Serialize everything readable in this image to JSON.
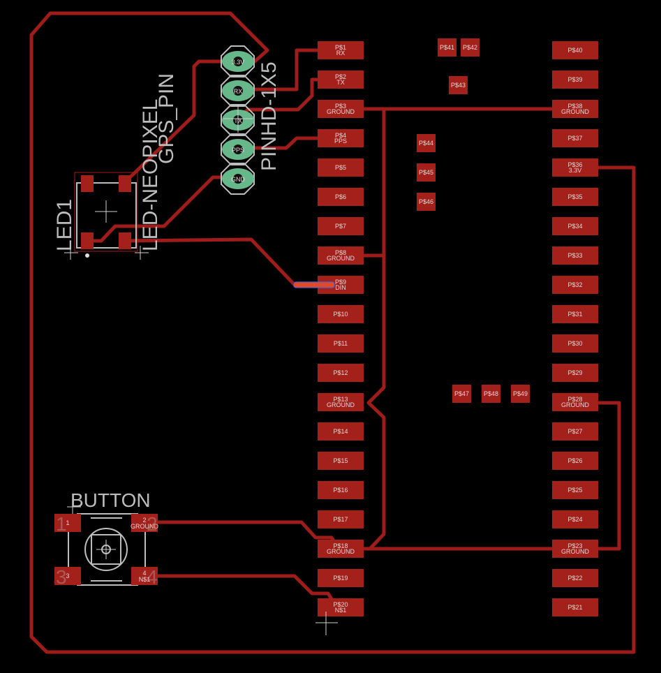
{
  "board": {
    "colors": {
      "copper": "#a3201b",
      "trace": "#9e1d1a",
      "silkscreen": "#bdbdbd",
      "header_pad": "#66b88a",
      "highlight": "#e04a2a",
      "background": "#000000"
    },
    "left_pads": [
      {
        "name": "P$1",
        "signal": "RX"
      },
      {
        "name": "P$2",
        "signal": "TX"
      },
      {
        "name": "P$3",
        "signal": "GROUND"
      },
      {
        "name": "P$4",
        "signal": "PPS"
      },
      {
        "name": "P$5",
        "signal": ""
      },
      {
        "name": "P$6",
        "signal": ""
      },
      {
        "name": "P$7",
        "signal": ""
      },
      {
        "name": "P$8",
        "signal": "GROUND"
      },
      {
        "name": "P$9",
        "signal": "DIN"
      },
      {
        "name": "P$10",
        "signal": ""
      },
      {
        "name": "P$11",
        "signal": ""
      },
      {
        "name": "P$12",
        "signal": ""
      },
      {
        "name": "P$13",
        "signal": "GROUND"
      },
      {
        "name": "P$14",
        "signal": ""
      },
      {
        "name": "P$15",
        "signal": ""
      },
      {
        "name": "P$16",
        "signal": ""
      },
      {
        "name": "P$17",
        "signal": ""
      },
      {
        "name": "P$18",
        "signal": "GROUND"
      },
      {
        "name": "P$19",
        "signal": ""
      },
      {
        "name": "P$20",
        "signal": "N$1"
      }
    ],
    "right_pads": [
      {
        "name": "P$40",
        "signal": ""
      },
      {
        "name": "P$39",
        "signal": ""
      },
      {
        "name": "P$38",
        "signal": "GROUND"
      },
      {
        "name": "P$37",
        "signal": ""
      },
      {
        "name": "P$36",
        "signal": "3.3V"
      },
      {
        "name": "P$35",
        "signal": ""
      },
      {
        "name": "P$34",
        "signal": ""
      },
      {
        "name": "P$33",
        "signal": ""
      },
      {
        "name": "P$32",
        "signal": ""
      },
      {
        "name": "P$31",
        "signal": ""
      },
      {
        "name": "P$30",
        "signal": ""
      },
      {
        "name": "P$29",
        "signal": ""
      },
      {
        "name": "P$28",
        "signal": "GROUND"
      },
      {
        "name": "P$27",
        "signal": ""
      },
      {
        "name": "P$26",
        "signal": ""
      },
      {
        "name": "P$25",
        "signal": ""
      },
      {
        "name": "P$24",
        "signal": ""
      },
      {
        "name": "P$23",
        "signal": "GROUND"
      },
      {
        "name": "P$22",
        "signal": ""
      },
      {
        "name": "P$21",
        "signal": ""
      }
    ],
    "small_pads": [
      "P$41",
      "P$42",
      "P$43",
      "P$44",
      "P$45",
      "P$46",
      "P$47",
      "P$48",
      "P$49"
    ],
    "header": {
      "name": "GPS_PIN",
      "value": "PINHD-1X5",
      "pins": [
        "3.3V",
        "RX",
        "TX",
        "PPS",
        "GND"
      ]
    },
    "led": {
      "name": "LED1",
      "value": "LED-NEOPIXEL"
    },
    "button": {
      "name": "BUTTON",
      "pins": [
        {
          "num": "1",
          "signal": ""
        },
        {
          "num": "2",
          "signal": "GROUND"
        },
        {
          "num": "3",
          "signal": ""
        },
        {
          "num": "4",
          "signal": "N$1"
        }
      ]
    }
  }
}
